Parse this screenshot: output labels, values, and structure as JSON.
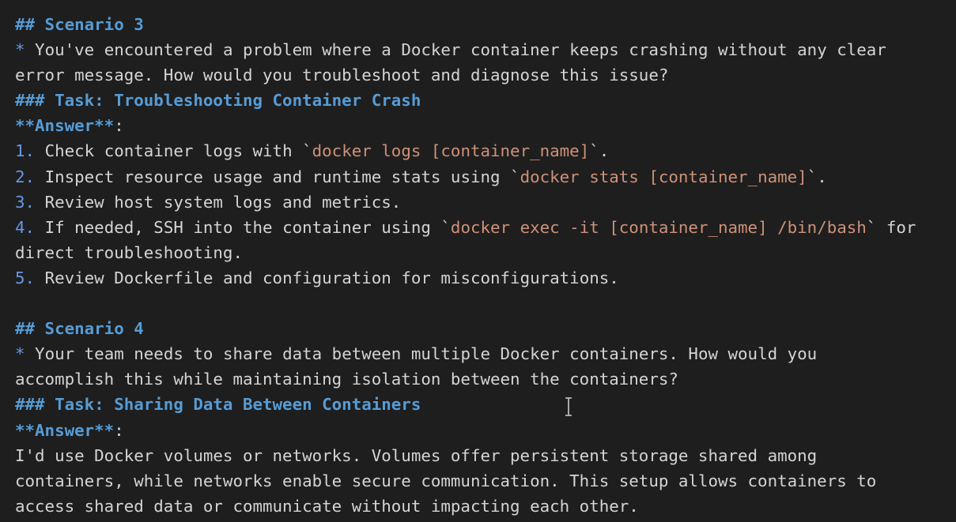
{
  "editor": {
    "scenario3": {
      "heading": "## Scenario 3",
      "question_marker": "*",
      "question_1": " You've encountered a problem where a Docker container keeps crashing without any clear",
      "question_2": "error message. How would you troubleshoot and diagnose this issue?",
      "task": "### Task: Troubleshooting Container Crash",
      "answer_label": "**Answer**",
      "answer_colon": ":",
      "steps": [
        {
          "num": "1.",
          "pre": " Check container logs with `",
          "code": "docker logs [container_name]",
          "post": "`."
        },
        {
          "num": "2.",
          "pre": " Inspect resource usage and runtime stats using `",
          "code": "docker stats [container_name]",
          "post": "`."
        },
        {
          "num": "3.",
          "pre": " Review host system logs and metrics.",
          "code": "",
          "post": ""
        },
        {
          "num": "4.",
          "pre": " If needed, SSH into the container using `",
          "code": "docker exec -it [container_name] /bin/bash",
          "post": "` for"
        },
        {
          "num": "5.",
          "pre": " Review Dockerfile and configuration for misconfigurations.",
          "code": "",
          "post": ""
        }
      ],
      "step4_cont": "direct troubleshooting."
    },
    "scenario4": {
      "heading": "## Scenario 4",
      "question_marker": "*",
      "question_1": " Your team needs to share data between multiple Docker containers. How would you",
      "question_2": "accomplish this while maintaining isolation between the containers?",
      "task": "### Task: Sharing Data Between Containers",
      "answer_label": "**Answer**",
      "answer_colon": ":",
      "answer_lines": [
        "I'd use Docker volumes or networks. Volumes offer persistent storage shared among",
        "containers, while networks enable secure communication. This setup allows containers to",
        "access shared data or communicate without impacting each other."
      ]
    }
  },
  "colors": {
    "background": "#1e1e1e",
    "text": "#d4d4d4",
    "heading": "#569cd6",
    "list_marker": "#6796e6",
    "inline_code": "#ce9178"
  },
  "icons": {
    "cursor": "text-cursor-icon"
  }
}
